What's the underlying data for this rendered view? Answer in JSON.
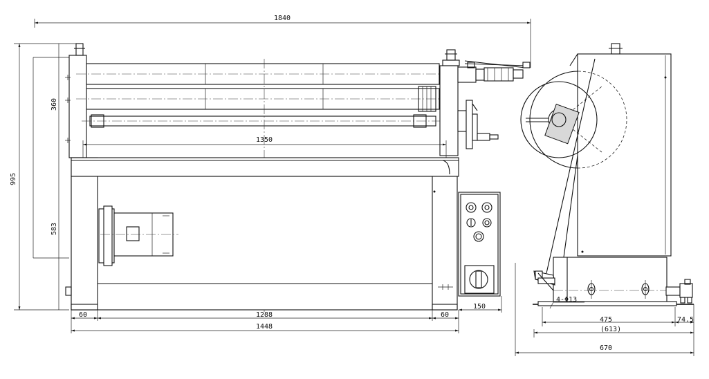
{
  "dimensions": {
    "front_total_width": "1840",
    "front_height_total": "995",
    "roll_section_height": "360",
    "base_height": "583",
    "roll_length": "1350",
    "base_width": "1448",
    "inner_width": "1288",
    "left_foot": "60",
    "right_foot": "60",
    "control_box_width": "150",
    "side_total_width": "670",
    "side_hole_spacing": "475",
    "side_overall_ref": "(613)",
    "side_offset": "74.5",
    "mounting_holes": "4-Φ13"
  },
  "icons": {
    "handwheel": "handwheel-icon",
    "motor": "motor-icon",
    "main_switch": "rotary-switch-icon",
    "buttons": "push-button-icon"
  }
}
